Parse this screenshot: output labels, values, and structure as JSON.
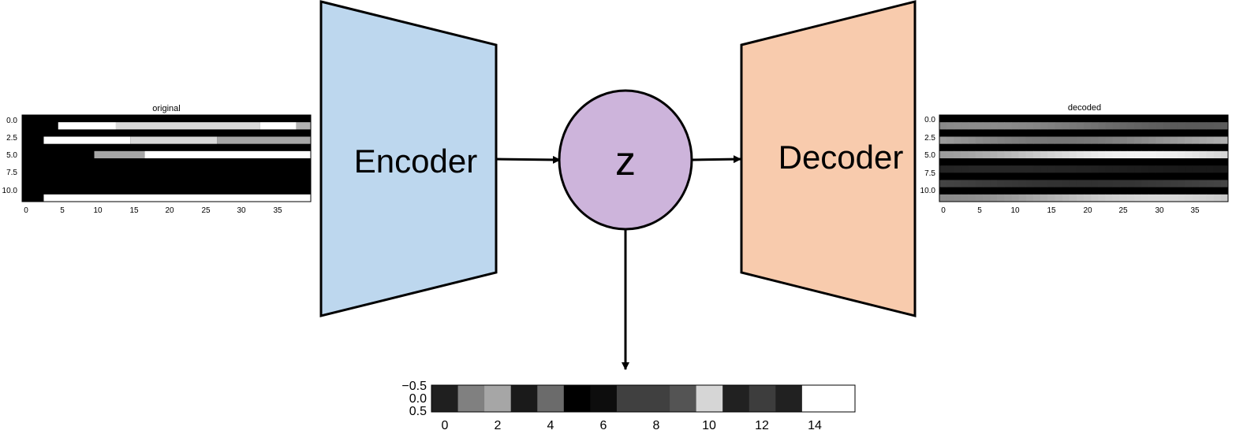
{
  "encoder": {
    "label": "Encoder",
    "fill": "#bdd7ee"
  },
  "decoder": {
    "label": "Decoder",
    "fill": "#f8cbad"
  },
  "latent": {
    "label": "z",
    "fill": "#cdb4db"
  },
  "original_plot": {
    "title": "original",
    "ytick_labels": [
      "0.0",
      "2.5",
      "5.0",
      "7.5",
      "10.0"
    ],
    "xtick_labels": [
      "0",
      "5",
      "10",
      "15",
      "20",
      "25",
      "30",
      "35"
    ],
    "segments": [
      {
        "row": 1,
        "start": 4.5,
        "end": 12.5,
        "level": 1.0
      },
      {
        "row": 1,
        "start": 12.5,
        "end": 32.5,
        "level": 0.85
      },
      {
        "row": 1,
        "start": 32.5,
        "end": 37.5,
        "level": 1.0
      },
      {
        "row": 1,
        "start": 37.5,
        "end": 39.5,
        "level": 0.7
      },
      {
        "row": 3,
        "start": 2.5,
        "end": 14.5,
        "level": 1.0
      },
      {
        "row": 3,
        "start": 14.5,
        "end": 26.5,
        "level": 0.85
      },
      {
        "row": 3,
        "start": 26.5,
        "end": 39.5,
        "level": 0.65
      },
      {
        "row": 5,
        "start": 9.5,
        "end": 16.5,
        "level": 0.65
      },
      {
        "row": 5,
        "start": 16.5,
        "end": 39.5,
        "level": 1.0
      },
      {
        "row": 11,
        "start": 2.5,
        "end": 39.5,
        "level": 1.0
      }
    ]
  },
  "decoded_plot": {
    "title": "decoded",
    "ytick_labels": [
      "0.0",
      "2.5",
      "5.0",
      "7.5",
      "10.0"
    ],
    "xtick_labels": [
      "0",
      "5",
      "10",
      "15",
      "20",
      "25",
      "30",
      "35"
    ],
    "row_levels": [
      0.0,
      0.55,
      0.0,
      0.72,
      0.0,
      0.95,
      0.0,
      0.15,
      0.0,
      0.3,
      0.0,
      0.85
    ]
  },
  "latent_plot": {
    "ytick_labels": [
      "−0.5",
      "0.0",
      "0.5"
    ],
    "xtick_labels": [
      "0",
      "2",
      "4",
      "6",
      "8",
      "10",
      "12",
      "14"
    ],
    "values": [
      0.12,
      0.5,
      0.65,
      0.1,
      0.42,
      0.0,
      0.05,
      0.25,
      0.25,
      0.33,
      0.84,
      0.13,
      0.24,
      0.13,
      1.0,
      1.0
    ]
  }
}
